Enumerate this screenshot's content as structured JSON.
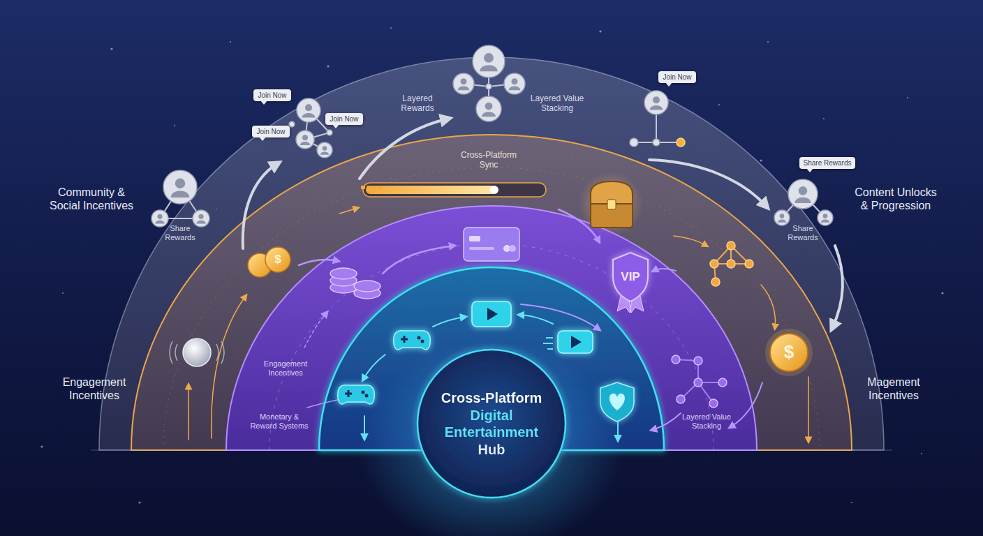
{
  "diagram": {
    "nodes": [
      {
        "text": [
          "Join Now"
        ]
      },
      {
        "text": [
          "Join Now"
        ]
      },
      {
        "text": [
          "Join Now"
        ]
      },
      {
        "text": [
          "Join Now"
        ]
      },
      {
        "text": [
          "Share Rewards"
        ]
      },
      {
        "text": [
          "Cross-Platform Digital Entertainment Hub"
        ]
      }
    ],
    "labels": [
      "Community & Social Incentives",
      "Share Rewards",
      "Layered Rewards",
      "Layered Value Stacking",
      "Cross-Platform Sync",
      "Content Unlocks & Progression",
      "Share Rewards",
      "$",
      "VIP",
      "Engagement Incentives",
      "Engagement Incentives",
      "Monetary & Reward Systems",
      "Layered Value Stacking",
      "$",
      "Magement Incentives"
    ]
  }
}
